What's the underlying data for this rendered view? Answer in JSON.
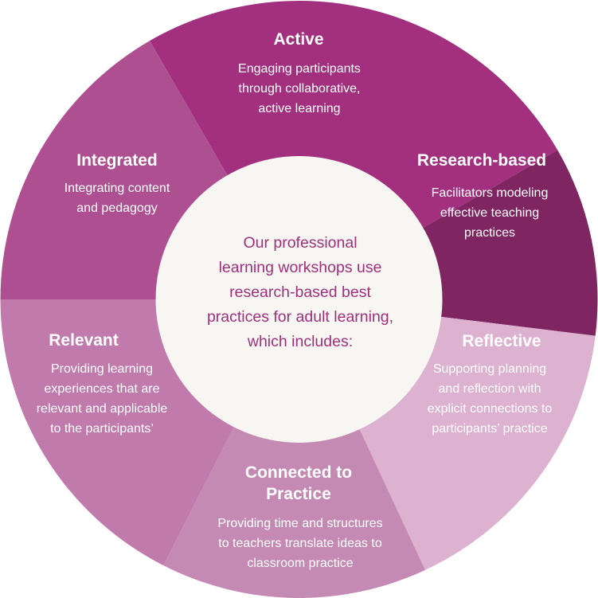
{
  "center": {
    "text": "Our professional\nlearning workshops use\nresearch-based best\npractices for adult learning,\nwhich includes:",
    "fill": "#f8f6f3",
    "text_color": "#a0307a"
  },
  "segments": [
    {
      "id": "active",
      "title": "Active",
      "description": "Engaging participants\nthrough collaborative,\nactive learning",
      "color": "#a3307e"
    },
    {
      "id": "research-based",
      "title": "Research-based",
      "description": "Facilitators modeling\neffective teaching\npractices",
      "color": "#7f2662"
    },
    {
      "id": "reflective",
      "title": "Reflective",
      "description": "Supporting planning\nand reflection with\nexplicit connections to\nparticipants’ practice",
      "color": "#ddb1d0"
    },
    {
      "id": "connected",
      "title": "Connected to\nPractice",
      "description": "Providing time and structures\nto teachers translate ideas to\nclassroom practice",
      "color": "#c58ab3"
    },
    {
      "id": "relevant",
      "title": "Relevant",
      "description": "Providing learning\nexperiences that are\nrelevant and applicable\nto the participants’",
      "color": "#c17aac"
    },
    {
      "id": "integrated",
      "title": "Integrated",
      "description": "Integrating content\nand pedagogy",
      "color": "#ae4f92"
    }
  ]
}
